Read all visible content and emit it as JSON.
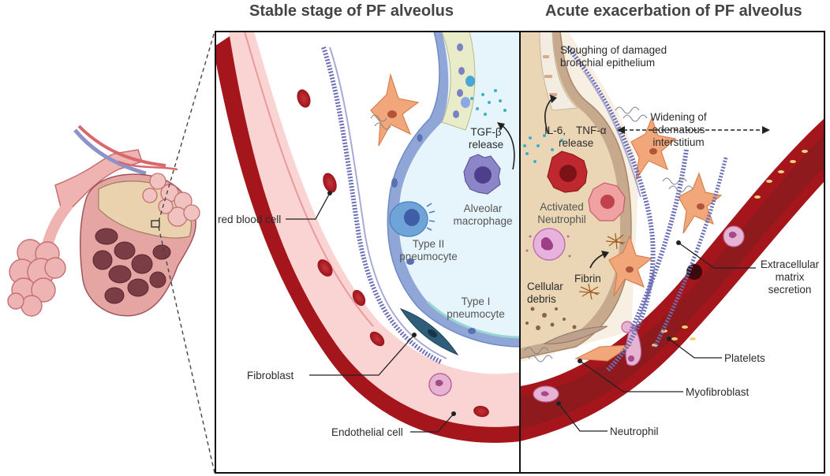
{
  "titles": {
    "left": "Stable stage of PF alveolus",
    "right": "Acute exacerbation of PF alveolus"
  },
  "labels": {
    "red_blood_cell": "red blood cell",
    "fibroblast": "Fibroblast",
    "endothelial_cell": "Endothelial cell",
    "tgf_line1": "TGF-β",
    "tgf_line2": "release",
    "alveolar_line1": "Alveolar",
    "alveolar_line2": "macrophage",
    "type2_line1": "Type II",
    "type2_line2": "pneumocyte",
    "type1_line1": "Type I",
    "type1_line2": "pneumocyte",
    "sloughing_line1": "Sloughing of damaged",
    "sloughing_line2": "bronchial epithelium",
    "il6": "IL-6,",
    "tnf": "TNF-α",
    "release": "release",
    "widening_line1": "Widening of",
    "widening_line2": "edematous",
    "widening_line3": "interstitium",
    "activated_line1": "Activated",
    "activated_line2": "Neutrophil",
    "fibrin": "Fibrin",
    "cellular_line1": "Cellular",
    "cellular_line2": "debris",
    "ecm_line1": "Extracellular",
    "ecm_line2": "matrix",
    "ecm_line3": "secretion",
    "platelets": "Platelets",
    "myofibroblast": "Myofibroblast",
    "neutrophil": "Neutrophil"
  },
  "colors": {
    "vessel_wall": "#a5161c",
    "vessel_lumen": "#f9d4d2",
    "vessel_lumen_inflamed": "#8e1a1e",
    "alveolus_fluid": "#e6f4fb",
    "alveolus_wall": "#8fa6d6",
    "exudate": "#ead6b4",
    "fibroblast": "#f2a77a",
    "collagen": "#6c6fb5"
  }
}
